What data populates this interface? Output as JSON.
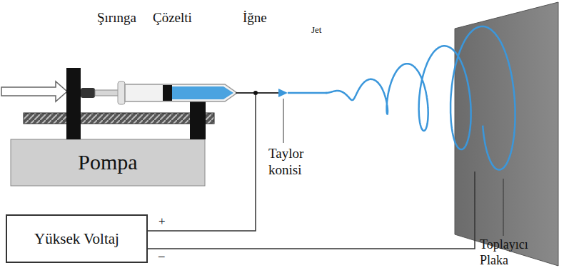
{
  "diagram": {
    "nodes": [
      {
        "text": [
          "Pompa"
        ]
      },
      {
        "text": [
          "Yüksek Voltaj"
        ]
      }
    ],
    "labels": [
      "Şırınga",
      "Çözelti",
      "İğne",
      "Jet",
      "Taylor konisi",
      "+",
      "–",
      "Toplayıcı Plaka"
    ]
  }
}
